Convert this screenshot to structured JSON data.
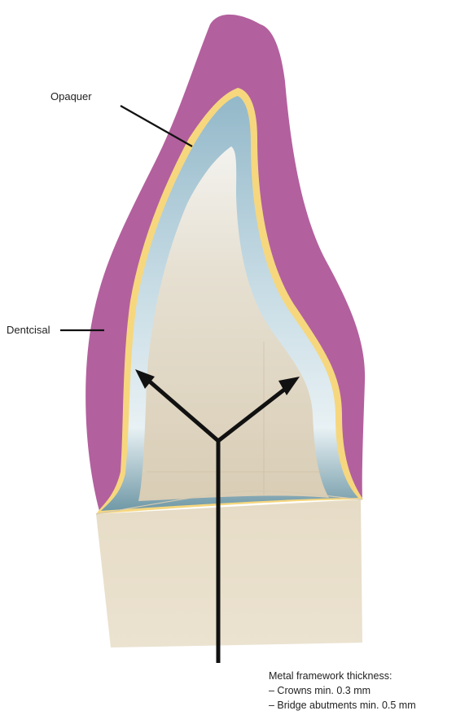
{
  "labels": {
    "opaquer": "Opaquer",
    "dentcisal": "Dentcisal"
  },
  "info": {
    "heading": "Metal framework thickness:",
    "lines": [
      "– Crowns min. 0.3 mm",
      "– Bridge abutments min. 0.5 mm"
    ]
  },
  "colors": {
    "dentcisal": "#b3609e",
    "opaquer": "#f6d77e",
    "framework": "#9fbfcc",
    "stump": "#e7ddc9",
    "pointer": "#111111"
  }
}
